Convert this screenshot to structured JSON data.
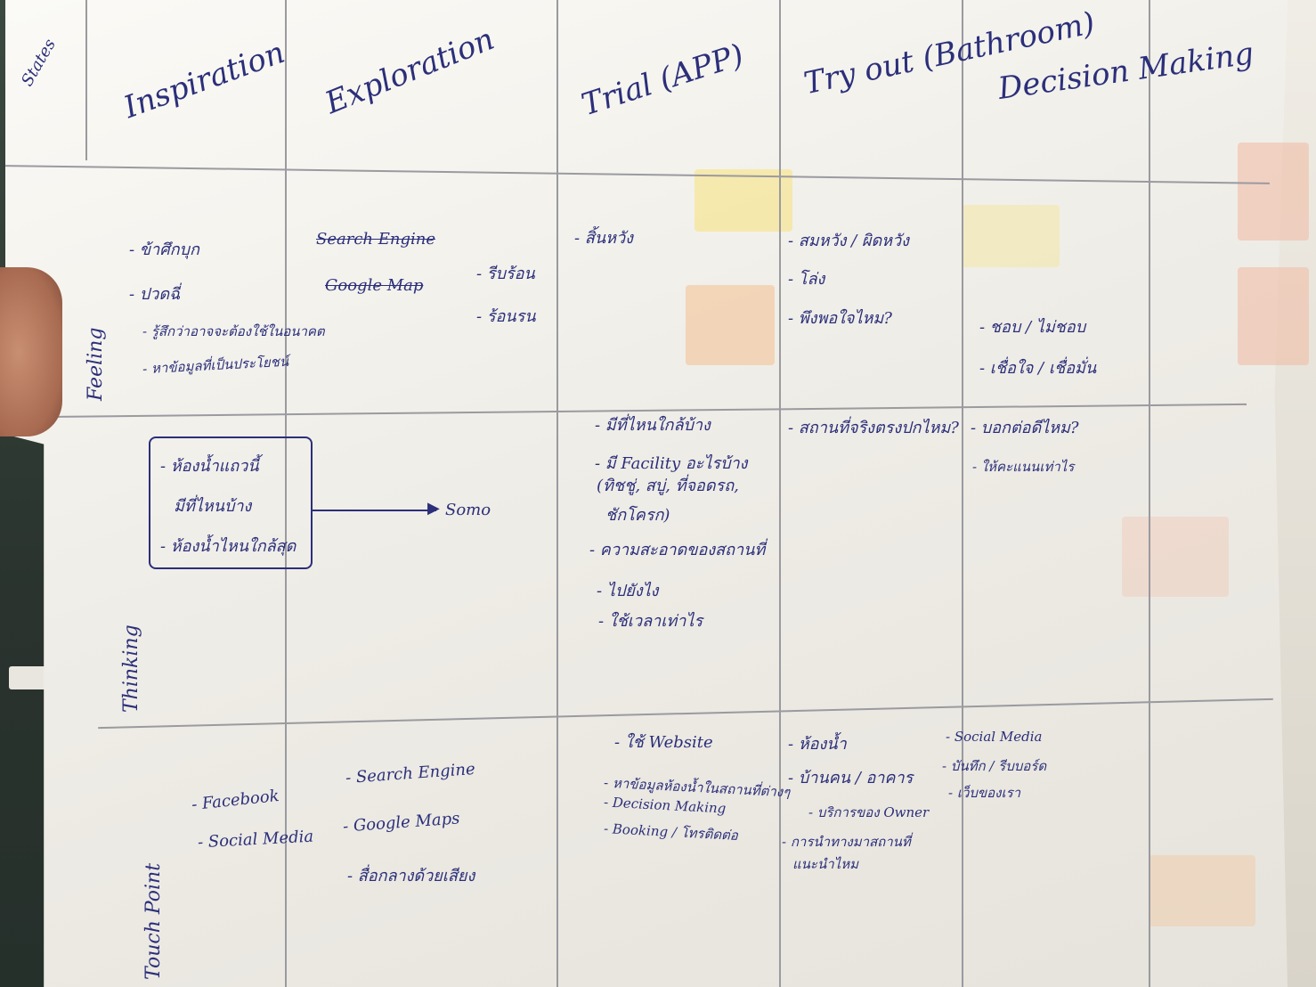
{
  "colors": {
    "ink": "#2b2f7a",
    "paper": "#f4f2ec",
    "sticky_yellow": "#f7e27a",
    "sticky_orange": "#f4c08f",
    "sticky_pink": "#f1b9a3"
  },
  "stages_label": "States",
  "stages": [
    "Inspiration",
    "Exploration",
    "Trial (APP)",
    "Try out (Bathroom)",
    "Decision Making"
  ],
  "rows": {
    "feeling": "Feeling",
    "thinking": "Thinking",
    "touch_point": "Touch Point"
  },
  "feeling": {
    "inspiration": [
      "- ข้าศึกบุก",
      "- ปวดฉี่",
      "- รู้สึกว่าอาจจะต้องใช้ในอนาคต",
      "- หาข้อมูลที่เป็นประโยชน์"
    ],
    "exploration": [
      "Search Engine",
      "Google Map",
      "- รีบร้อน",
      "- ร้อนรน"
    ],
    "trial": [
      "- สิ้นหวัง"
    ],
    "tryout": [
      "- สมหวัง / ผิดหวัง",
      "- โล่ง",
      "- พึงพอใจไหม?"
    ],
    "decision": [
      "- ชอบ / ไม่ชอบ",
      "- เชื่อใจ / เชื่อมั่น"
    ]
  },
  "thinking": {
    "inspiration": [
      "- ห้องน้ำแถวนี้",
      "มีที่ไหนบ้าง",
      "- ห้องน้ำไหนใกล้สุด"
    ],
    "exploration": [
      "Somo"
    ],
    "trial": [
      "- มีที่ไหนใกล้บ้าง",
      "- มี Facility อะไรบ้าง",
      "(ทิชชู่, สบู่, ที่จอดรถ,",
      "ชักโครก)",
      "- ความสะอาดของสถานที่",
      "- ไปยังไง",
      "- ใช้เวลาเท่าไร"
    ],
    "tryout": [
      "- สถานที่จริงตรงปกไหม?"
    ],
    "decision": [
      "- บอกต่อดีไหม?",
      "- ให้คะแนนเท่าไร"
    ]
  },
  "touch_point": {
    "inspiration": [
      "- Facebook",
      "- Social Media"
    ],
    "exploration": [
      "- Search Engine",
      "- Google Maps",
      "- สื่อกลางด้วยเสียง"
    ],
    "trial": [
      "- ใช้ Website",
      "- หาข้อมูลห้องน้ำในสถานที่ต่างๆ",
      "- Decision Making",
      "- Booking / โทรติดต่อ"
    ],
    "tryout": [
      "- ห้องน้ำ",
      "- บ้านคน / อาคาร",
      "- บริการของ Owner",
      "- การนำทางมาสถานที่",
      "แนะนำไหม"
    ],
    "decision": [
      "- Social Media",
      "- บันทึก / รีบบอร์ด",
      "- เว็บของเรา"
    ]
  }
}
